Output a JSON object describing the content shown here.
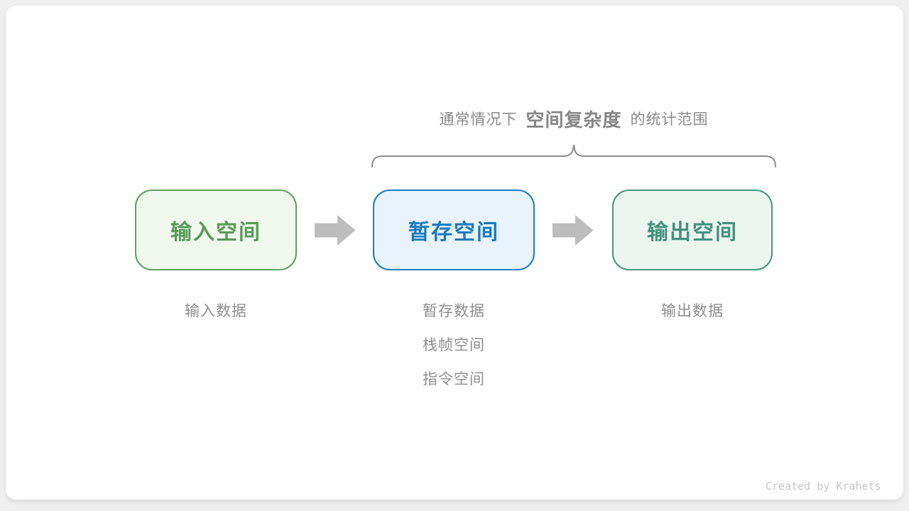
{
  "page": {
    "background_color": "#F0F0F0",
    "card_color": "#FFFFFF"
  },
  "header": {
    "prefix": "通常情况下",
    "emphasis": "空间复杂度",
    "suffix": "的统计范围",
    "text_color": "#8A8A8A"
  },
  "brace": {
    "color": "#8C8C8C"
  },
  "flow": {
    "boxes": [
      {
        "label": "输入空间",
        "text_color": "#569B56",
        "border_color": "#61A061",
        "background_color": "#F1F8EE"
      },
      {
        "label": "暂存空间",
        "text_color": "#1879BE",
        "border_color": "#1C7EC3",
        "background_color": "#E8F3FB"
      },
      {
        "label": "输出空间",
        "text_color": "#42917E",
        "border_color": "#48947F",
        "background_color": "#EDF5F1"
      }
    ],
    "arrow_color": "#BDBDBD"
  },
  "annotations": [
    {
      "lines": [
        "输入数据"
      ]
    },
    {
      "lines": [
        "暂存数据",
        "栈帧空间",
        "指令空间"
      ]
    },
    {
      "lines": [
        "输出数据"
      ]
    }
  ],
  "annotation_color": "#8F8F8F",
  "watermark": {
    "text": "Created by Krahets",
    "color": "#C6C6C6"
  }
}
